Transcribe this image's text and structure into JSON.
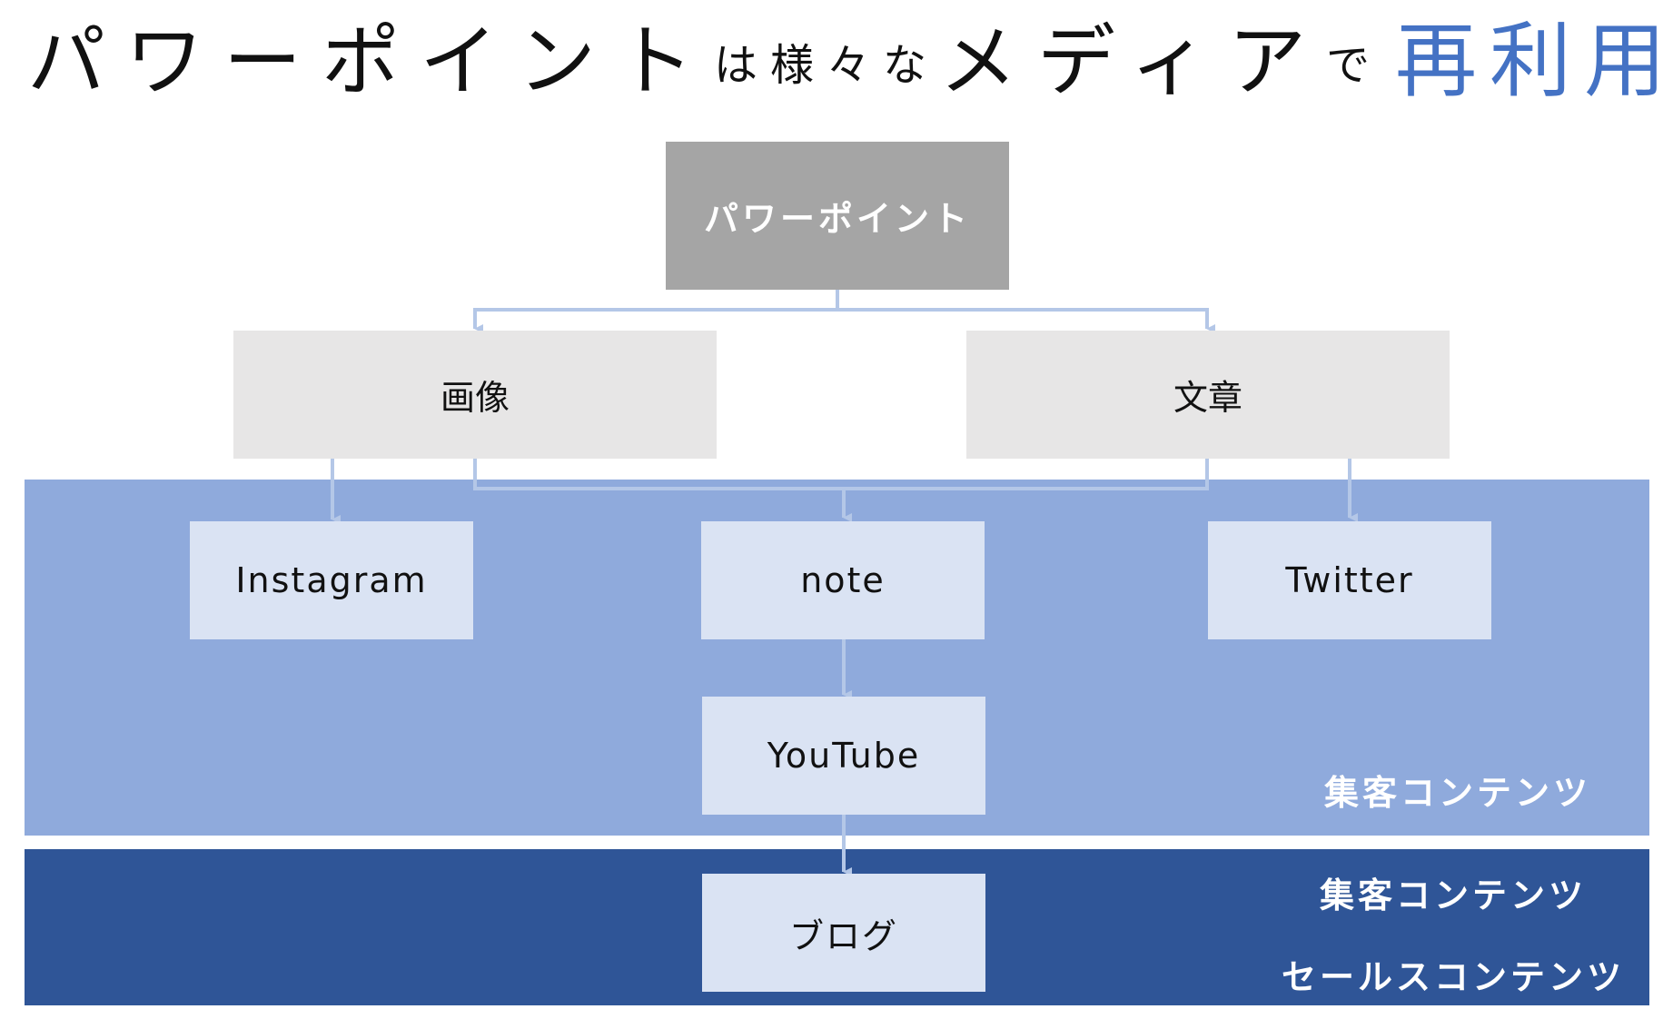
{
  "title": {
    "part1": "パワーポイント",
    "part2": "は様々な",
    "part3": "メディア",
    "part4": "で",
    "part5": "再利用"
  },
  "colors": {
    "title_accent": "#4472c4",
    "root_box": "#a5a5a5",
    "category_box": "#e7e6e6",
    "media_box": "#dae3f3",
    "band_light": "#8faadc",
    "band_dark": "#2f5597",
    "connector": "#b4c7e7"
  },
  "diagram": {
    "root": "パワーポイント",
    "categories": [
      {
        "label": "画像"
      },
      {
        "label": "文章"
      }
    ],
    "media": [
      {
        "label": "Instagram"
      },
      {
        "label": "note"
      },
      {
        "label": "Twitter"
      },
      {
        "label": "YouTube"
      },
      {
        "label": "ブログ"
      }
    ],
    "bands": {
      "light_label": "集客コンテンツ",
      "dark_label_1": "集客コンテンツ",
      "dark_label_2": "セールスコンテンツ"
    }
  }
}
